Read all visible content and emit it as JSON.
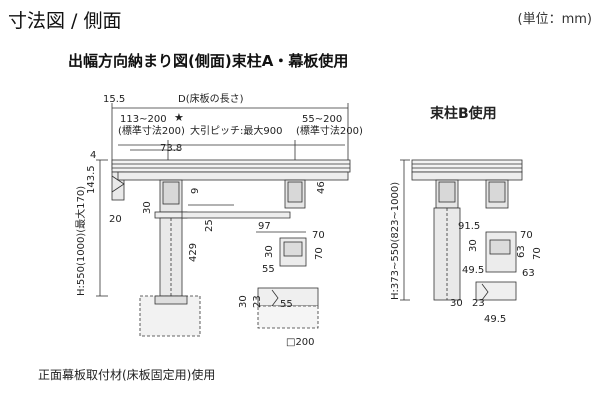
{
  "header": {
    "title": "寸法図 / 側面",
    "unit": "(単位：mm)"
  },
  "subtitle": "出幅方向納まり図(側面)束柱A・幕板使用",
  "side_b_title": "束柱B使用",
  "caption": "正面幕板取付材(床板固定用)使用",
  "colors": {
    "line": "#333333",
    "accent": "#3fa9d6",
    "fill": "#e9e9e9"
  },
  "dims": {
    "d15_5": "15.5",
    "d_length": "D(床板の長さ)",
    "d113_200": "113~200",
    "d_std200a": "(標準寸法200)",
    "d55_200": "55~200",
    "d_std200b": "(標準寸法200)",
    "pitch": "大引ピッチ:最大900",
    "d73_8": "73.8",
    "d4": "4",
    "d143_5": "143.5",
    "d20": "20",
    "d9": "9",
    "d46": "46",
    "d30a": "30",
    "d25": "25",
    "d429": "429",
    "h_range": "H:550(1000)(最大170)",
    "d97": "97",
    "d70a": "70",
    "d30b": "30",
    "d70b": "70",
    "d55": "55",
    "d30c": "30",
    "d23a": "23",
    "d55b": "55",
    "d200": "□200",
    "b_h": "H:373~550(823~1000)",
    "b91_5": "91.5",
    "b70a": "70",
    "b30": "30",
    "b63a": "63",
    "b70b": "70",
    "b49_5a": "49.5",
    "b63b": "63",
    "b30b": "30",
    "b23": "23",
    "b49_5b": "49.5"
  }
}
